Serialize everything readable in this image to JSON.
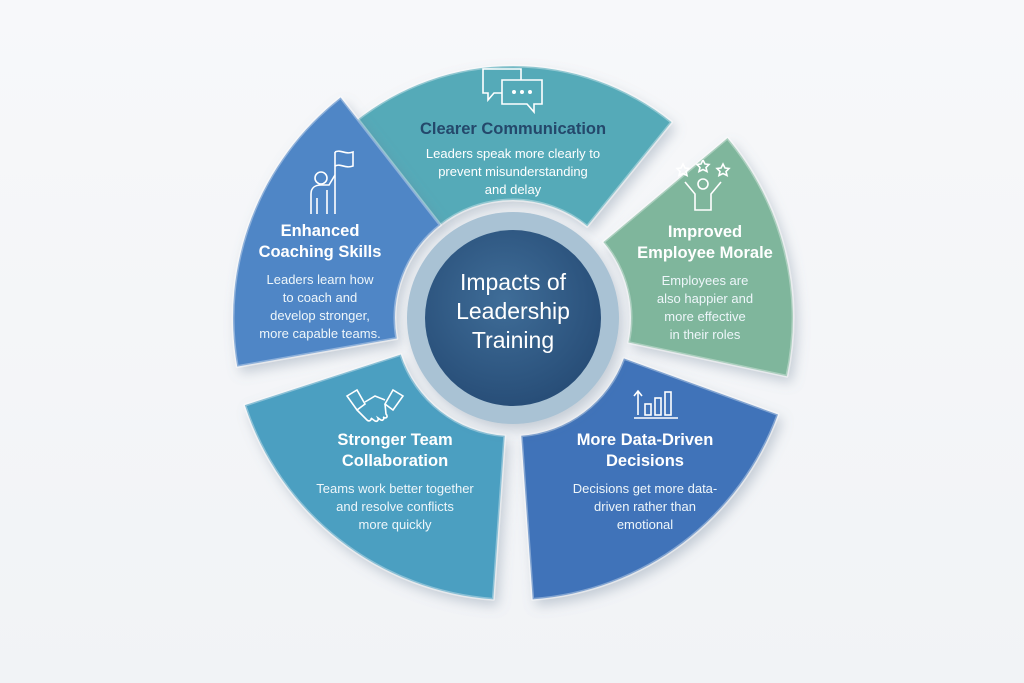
{
  "center": {
    "lines": [
      "Impacts of",
      "Leadership",
      "Training"
    ]
  },
  "segments": [
    {
      "id": "communication",
      "title": "Clearer Communication",
      "description": [
        "Leaders speak more clearly to",
        "prevent misunderstanding",
        "and delay"
      ],
      "icon": "chat-bubbles-icon",
      "color": "#55aab8"
    },
    {
      "id": "morale",
      "title": [
        "Improved",
        "Employee Morale"
      ],
      "description": [
        "Employees are",
        "also happier and",
        "more effective",
        "in their roles"
      ],
      "icon": "cheering-person-stars-icon",
      "color": "#7fb69c"
    },
    {
      "id": "data",
      "title": [
        "More Data-Driven",
        "Decisions"
      ],
      "description": [
        "Decisions get more data-",
        "driven rather than",
        "emotional"
      ],
      "icon": "bar-chart-arrow-icon",
      "color": "#3f73b9"
    },
    {
      "id": "collaboration",
      "title": [
        "Stronger Team",
        "Collaboration"
      ],
      "description": [
        "Teams work better together",
        "and resolve conflicts",
        "more quickly"
      ],
      "icon": "handshake-icon",
      "color": "#4c9fc1"
    },
    {
      "id": "coaching",
      "title": [
        "Enhanced",
        "Coaching Skills"
      ],
      "description": [
        "Leaders learn how",
        "to coach and",
        "develop stronger,",
        "more capable teams."
      ],
      "icon": "person-flag-icon",
      "color": "#5086c6"
    }
  ],
  "colors": {
    "center": "#2f5a86",
    "ring": "#a9c2d4"
  }
}
